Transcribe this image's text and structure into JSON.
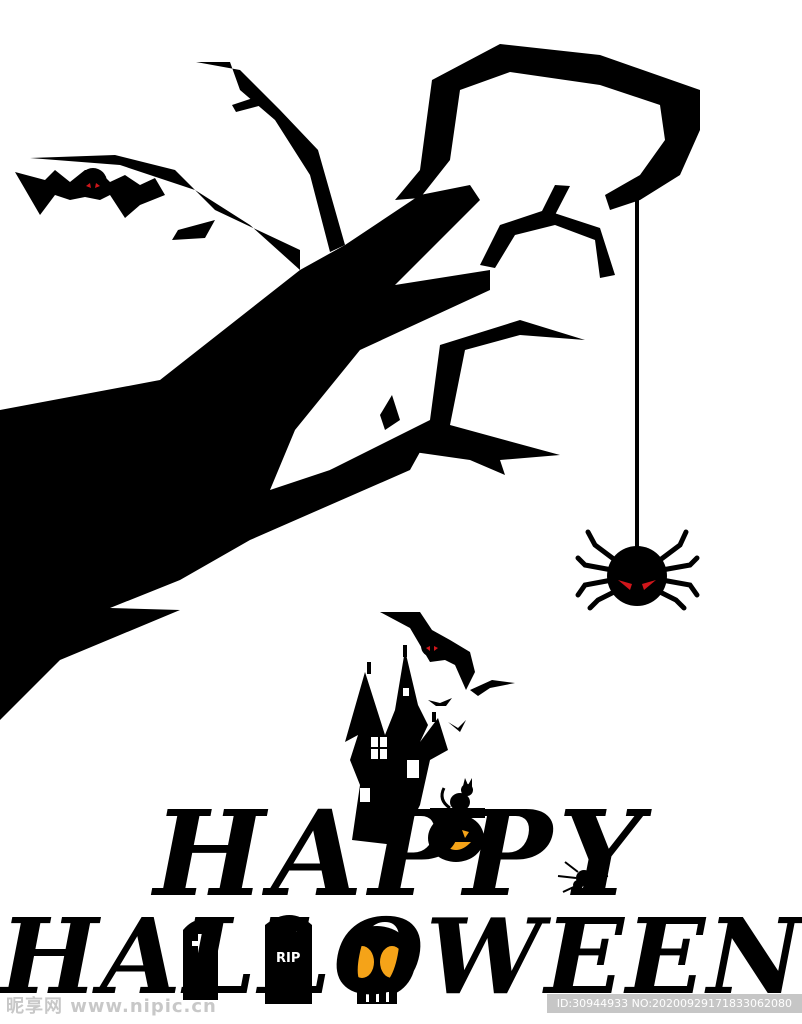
{
  "scene": {
    "colors": {
      "ink": "#000000",
      "background": "#ffffff",
      "eyes": "#d0161b",
      "skull": "#f5a318"
    },
    "elements": [
      "tree-icon",
      "spider-icon",
      "bat-icon",
      "haunted-castle-icon",
      "cat-icon",
      "pumpkin-icon",
      "gravestone-icon",
      "skull-icon"
    ]
  },
  "title": {
    "line1": "HAPPY",
    "line2": "HALLOWEEN"
  },
  "gravestone": {
    "label": "RIP"
  },
  "watermark": {
    "logo": "昵享网 www.nipic.cn",
    "id_text": "ID:30944933 NO:20200929171833062080"
  }
}
